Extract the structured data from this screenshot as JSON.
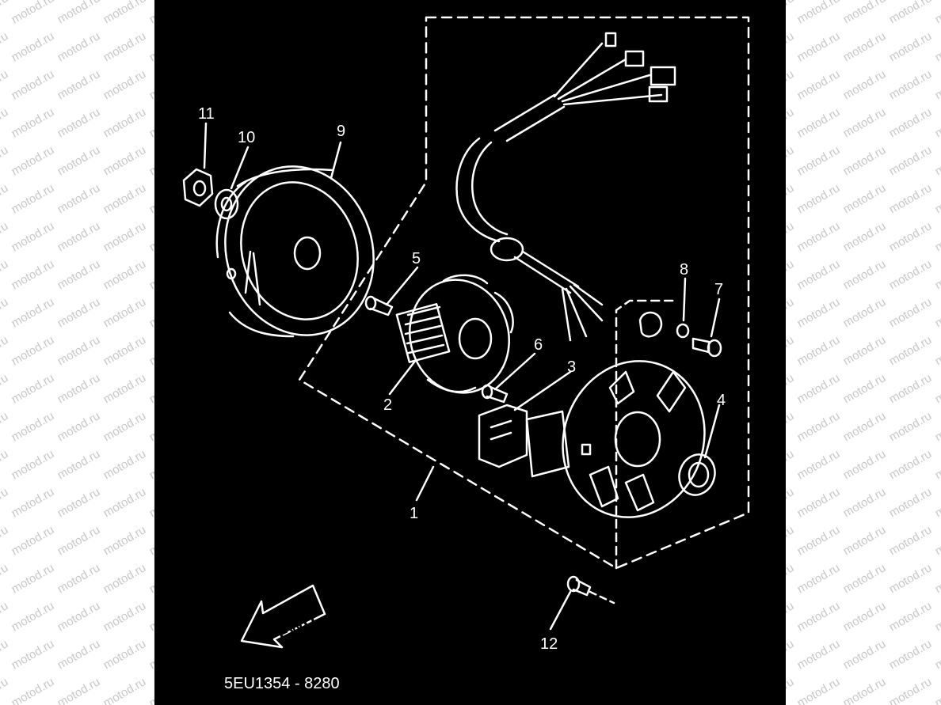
{
  "watermark": "motod.ru",
  "diagram_code": "5EU1354 - 8280",
  "direction_label": "FWD",
  "callouts": [
    {
      "label": "1",
      "part": "stator-assembly"
    },
    {
      "label": "2",
      "part": "stator-coil"
    },
    {
      "label": "3",
      "part": "pickup-coil"
    },
    {
      "label": "4",
      "part": "oil-seal"
    },
    {
      "label": "5",
      "part": "screw"
    },
    {
      "label": "6",
      "part": "screw"
    },
    {
      "label": "7",
      "part": "screw"
    },
    {
      "label": "8",
      "part": "washer"
    },
    {
      "label": "9",
      "part": "rotor"
    },
    {
      "label": "10",
      "part": "washer"
    },
    {
      "label": "11",
      "part": "nut"
    },
    {
      "label": "12",
      "part": "bolt"
    }
  ],
  "colors": {
    "background": "#000000",
    "line": "#ffffff",
    "margin": "#ffffff",
    "watermark": "#c8c8c8"
  }
}
